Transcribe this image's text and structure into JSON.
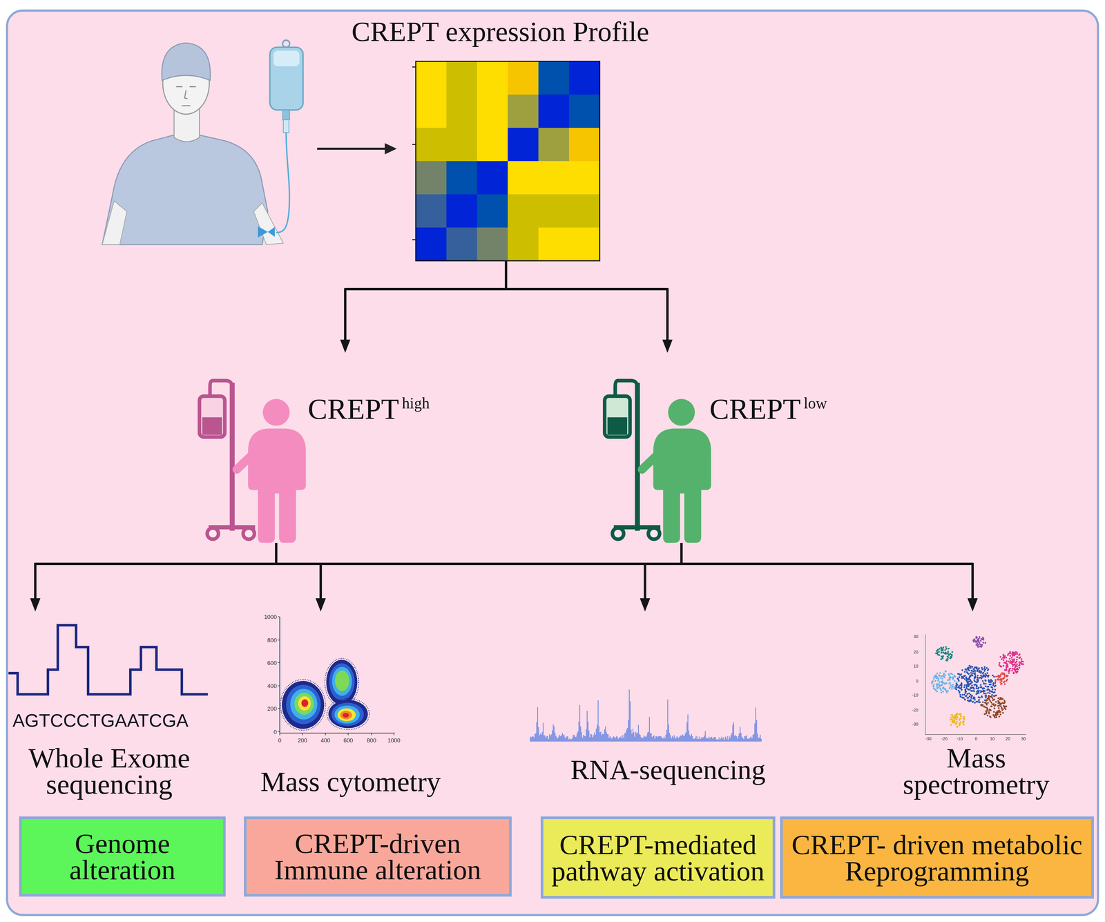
{
  "diagram": {
    "nodes": [
      {
        "text": [
          "CREPT expression Profile"
        ]
      },
      {
        "text": [
          "CREPT",
          "high"
        ]
      },
      {
        "text": [
          "CREPT",
          "low"
        ]
      },
      {
        "text": [
          "Whole Exome sequencing"
        ]
      },
      {
        "text": [
          "Mass cytometry"
        ]
      },
      {
        "text": [
          "RNA-sequencing"
        ]
      },
      {
        "text": [
          "Mass spectrometry"
        ]
      },
      {
        "text": [
          "Genome alteration"
        ]
      },
      {
        "text": [
          "CREPT-driven Immune alteration"
        ]
      },
      {
        "text": [
          "CREPT-mediated pathway activation"
        ]
      },
      {
        "text": [
          "CREPT- driven metabolic Reprogramming"
        ]
      }
    ],
    "edges": [
      {
        "from": 0,
        "to": 1,
        "arrow": "to"
      },
      {
        "from": 0,
        "to": 2,
        "arrow": "to"
      },
      {
        "from": 1,
        "to": 3,
        "arrow": "to"
      },
      {
        "from": 1,
        "to": 4,
        "arrow": "to"
      },
      {
        "from": 1,
        "to": 5,
        "arrow": "to"
      },
      {
        "from": 1,
        "to": 6,
        "arrow": "to"
      },
      {
        "from": 2,
        "to": 3,
        "arrow": "to"
      },
      {
        "from": 2,
        "to": 4,
        "arrow": "to"
      },
      {
        "from": 2,
        "to": 5,
        "arrow": "to"
      },
      {
        "from": 2,
        "to": 6,
        "arrow": "to"
      }
    ],
    "labels": [
      "AGTCCCTGAATCGA",
      "1000",
      "800",
      "600",
      "400",
      "200",
      "0",
      "0",
      "200",
      "400",
      "600",
      "800",
      "1000",
      "30",
      "20",
      "10",
      "0",
      "-10",
      "-20",
      "-30",
      "-30",
      "-20",
      "-10",
      "0",
      "10",
      "20",
      "30"
    ]
  }
}
